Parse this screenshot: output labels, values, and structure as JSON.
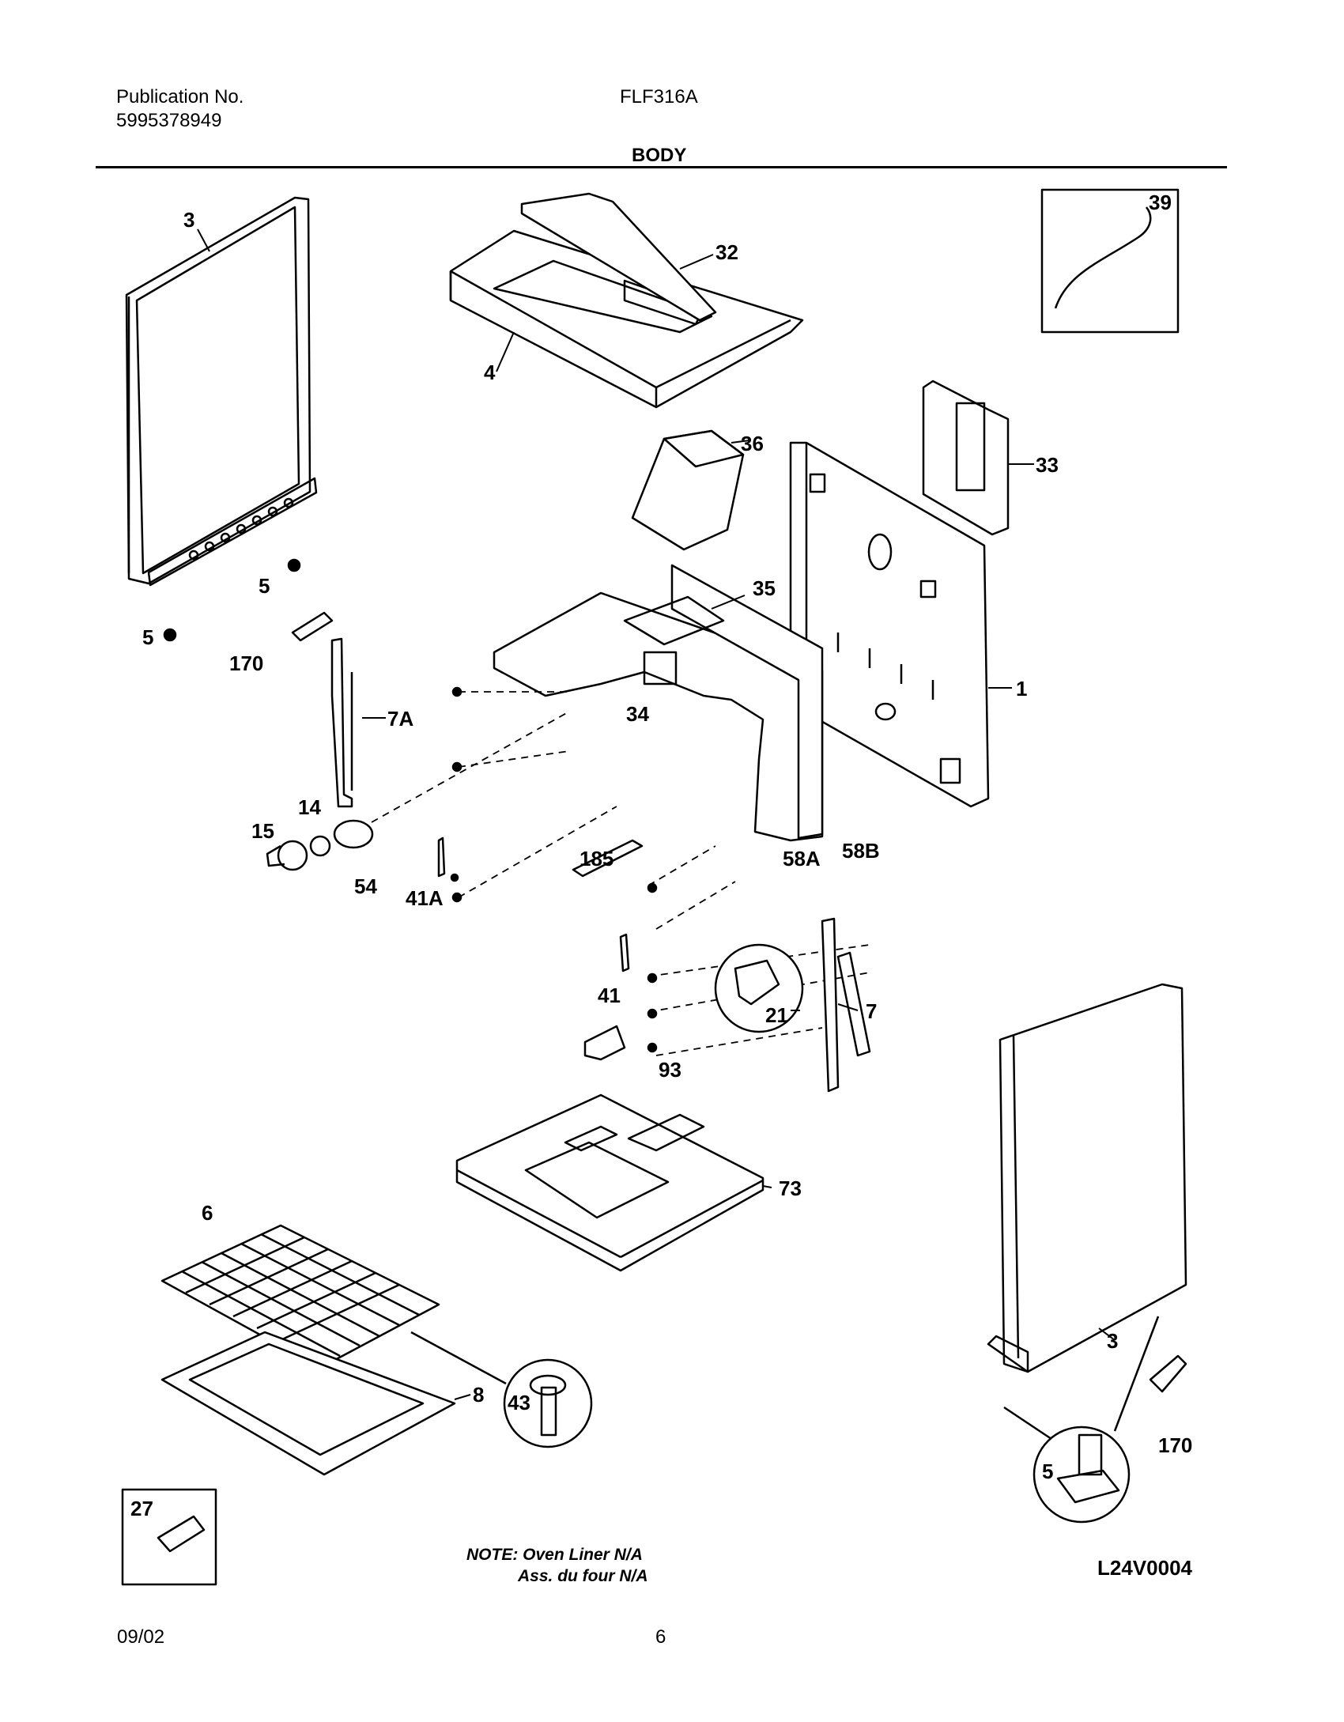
{
  "header": {
    "publication_label": "Publication No.",
    "publication_number": "5995378949",
    "model": "FLF316A",
    "section_title": "BODY"
  },
  "callouts": {
    "c3_left": "3",
    "c32": "32",
    "c4": "4",
    "c39": "39",
    "c36": "36",
    "c33": "33",
    "c5_a": "5",
    "c5_b": "5",
    "c170_left": "170",
    "c35": "35",
    "c1": "1",
    "c7A": "7A",
    "c34": "34",
    "c14": "14",
    "c15": "15",
    "c54": "54",
    "c41A": "41A",
    "c185": "185",
    "c58A": "58A",
    "c58B": "58B",
    "c41": "41",
    "c21": "21",
    "c7": "7",
    "c93": "93",
    "c73": "73",
    "c6": "6",
    "c3_right": "3",
    "c170_right": "170",
    "c8": "8",
    "c43": "43",
    "c5_circle": "5",
    "c27": "27"
  },
  "note": {
    "line1": "NOTE: Oven Liner N/A",
    "line2": "Ass. du four N/A"
  },
  "drawing_ref": "L24V0004",
  "footer": {
    "date": "09/02",
    "page": "6"
  }
}
